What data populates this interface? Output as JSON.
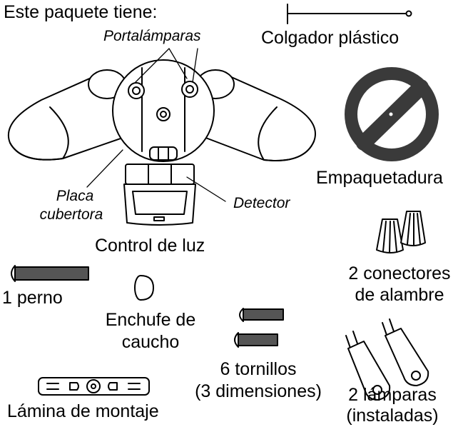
{
  "header": "Este paquete tiene:",
  "labels": {
    "lamp_holders": "Portalámparas",
    "plastic_hanger": "Colgador plástico",
    "gasket": "Empaquetadura",
    "cover_plate_1": "Placa",
    "cover_plate_2": "cubertora",
    "detector": "Detector",
    "light_control": "Control de luz",
    "wire_connectors_1": "2 conectores",
    "wire_connectors_2": "de alambre",
    "bolt": "1 perno",
    "rubber_plug_1": "Enchufe de",
    "rubber_plug_2": "caucho",
    "screws_1": "6 tornillos",
    "screws_2": "(3 dimensiones)",
    "mounting_strap": "Lámina de montaje",
    "lamps_1": "2 lámparas",
    "lamps_2": "(instaladas)"
  },
  "colors": {
    "ink": "#000000",
    "paper": "#ffffff",
    "gasket": "#3a3a3a",
    "metal": "#555555"
  }
}
